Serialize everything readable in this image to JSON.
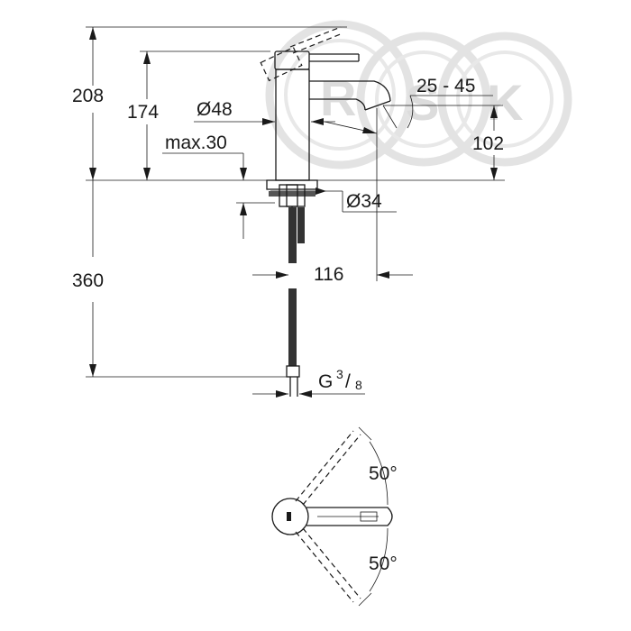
{
  "watermark": {
    "letters": [
      "R",
      "S",
      "K"
    ]
  },
  "dimensions": {
    "total_height": "208",
    "body_height": "174",
    "body_diameter": "Ø48",
    "deck_thickness": "max.30",
    "spout_angle": "25 - 45",
    "spout_height": "102",
    "hole_diameter": "Ø34",
    "total_length_below": "360",
    "projection": "116",
    "thread": {
      "main": "G",
      "numerator": "3",
      "slash": "/",
      "denominator": "8"
    },
    "lever_angle_up": "50°",
    "lever_angle_down": "50°"
  }
}
